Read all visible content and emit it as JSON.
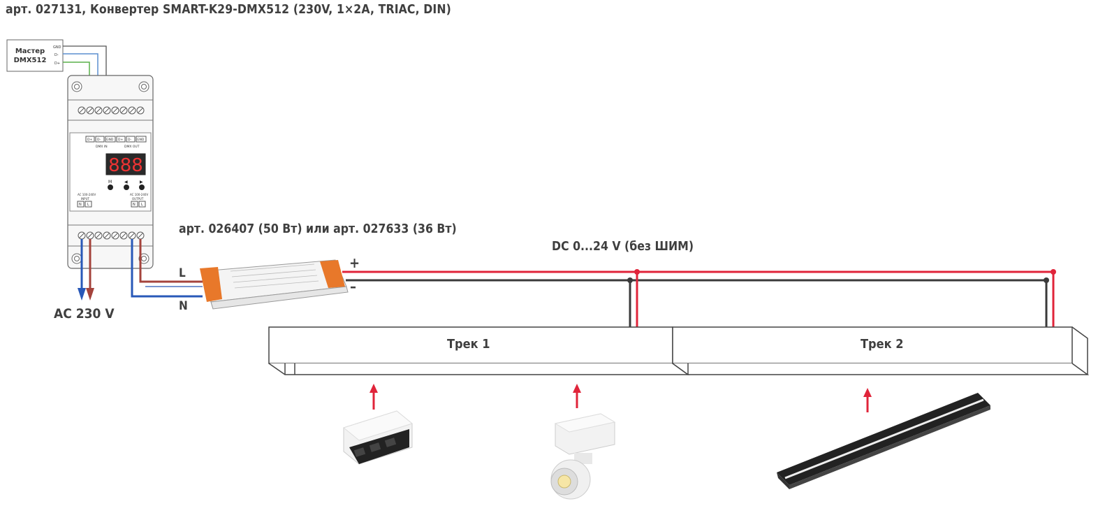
{
  "title": "арт. 027131, Конвертер SMART-K29-DMX512 (230V, 1×2A, TRIAC, DIN)",
  "master": {
    "line1": "Мастер",
    "line2": "DMX512",
    "pins": [
      "GND",
      "D-",
      "D+"
    ]
  },
  "converter": {
    "top_terminal_labels": [
      "D+",
      "D-",
      "GND",
      "D+",
      "D-",
      "GND"
    ],
    "dmx_in": "DMX IN",
    "dmx_out": "DMX OUT",
    "display": "888",
    "buttons": [
      "M",
      "◀",
      "▶"
    ],
    "input_label_1": "AC 100-240V",
    "input_label_2": "INPUT",
    "output_label_1": "AC 100-240V",
    "output_label_2": "OUTPUT",
    "input_terminals": [
      "N",
      "L"
    ],
    "output_terminals": [
      "N",
      "L"
    ]
  },
  "psu_caption": "арт. 026407 (50 Вт) или арт. 027633 (36 Вт)",
  "dc_caption": "DC 0...24 V (без ШИМ)",
  "ac_caption": "AC 230 V",
  "line_l": "L",
  "line_n": "N",
  "plus": "+",
  "minus": "–",
  "tracks": [
    {
      "label": "Трек 1"
    },
    {
      "label": "Трек 2"
    }
  ],
  "colors": {
    "positive": "#e0243a",
    "negative": "#3a3a3a",
    "live": "#a4433c",
    "neutral": "#2858b8",
    "psu_accent": "#e8782a",
    "dmx_green": "#5ab04a",
    "dmx_blue": "#5c8fcf"
  }
}
